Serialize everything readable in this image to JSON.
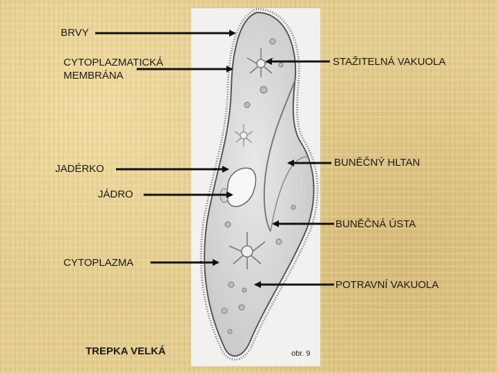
{
  "labels": {
    "brvy": "BRVY",
    "membrana_line1": "CYTOPLAZMATICKÁ",
    "membrana_line2": "MEMBRÁNA",
    "vakuola": "STAŽITELNÁ VAKUOLA",
    "hltan": "BUNĚČNÝ HLTAN",
    "jaderko": "JADÉRKO",
    "jadro": "JÁDRO",
    "usta": "BUNĚČNÁ ÚSTA",
    "cytoplazma": "CYTOPLAZMA",
    "potravni": "POTRAVNÍ VAKUOLA"
  },
  "caption": "TREPKA VELKÁ",
  "figure_number": "obr. 9",
  "colors": {
    "background": "#e3cd8f",
    "paper": "#f2f1ef",
    "cell_fill": "#dcdcdc",
    "arrow": "#111111"
  }
}
